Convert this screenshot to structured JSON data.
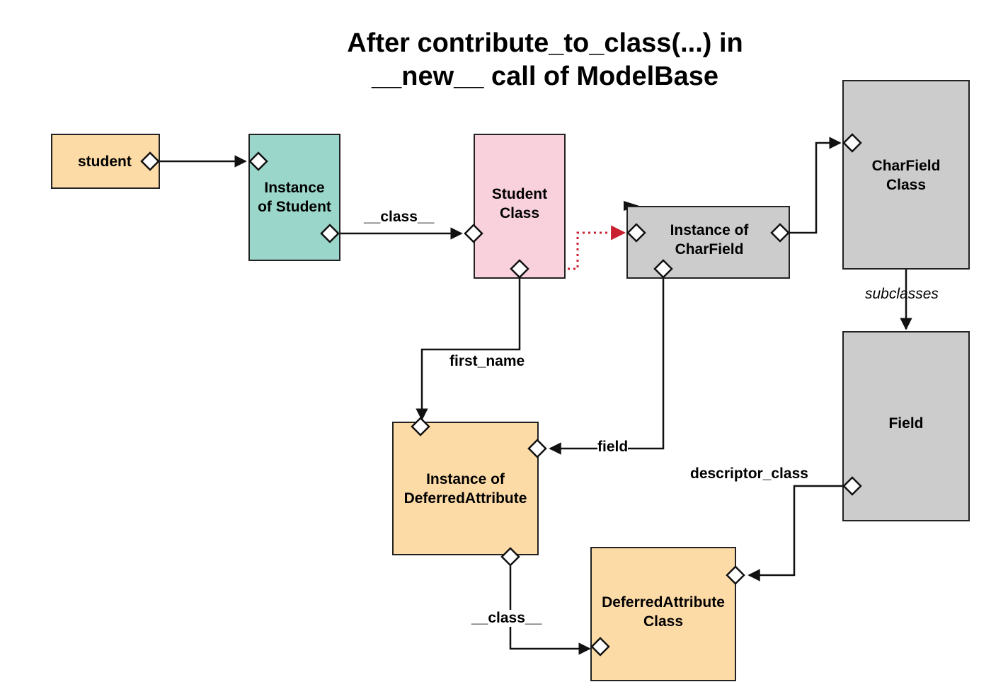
{
  "title": {
    "line1": "After contribute_to_class(...) in",
    "line2": "__new__ call of ModelBase"
  },
  "nodes": {
    "student": {
      "label": "student",
      "color": "#fddba7"
    },
    "instance_of_student": {
      "line1": "Instance",
      "line2": "of Student",
      "color": "#9ad6ca"
    },
    "student_class": {
      "line1": "Student",
      "line2": "Class",
      "color": "#f8d1dd"
    },
    "instance_of_charfield": {
      "line1": "Instance of",
      "line2": "CharField",
      "color": "#cccccc"
    },
    "charfield_class": {
      "line1": "CharField",
      "line2": "Class",
      "color": "#cccccc"
    },
    "field": {
      "label": "Field",
      "color": "#cccccc"
    },
    "instance_of_deferredattribute": {
      "line1": "Instance of",
      "line2": "DeferredAttribute",
      "color": "#fddba7"
    },
    "deferredattribute_class": {
      "line1": "DeferredAttribute",
      "line2": "Class",
      "color": "#fddba7"
    }
  },
  "edges": {
    "class_1": "__class__",
    "first_name": "first_name",
    "field": "field",
    "subclasses": "subclasses",
    "descriptor_class": "descriptor_class",
    "class_2": "__class__"
  },
  "colors": {
    "line": "#111111",
    "highlight_arrow": "#c8202f"
  }
}
